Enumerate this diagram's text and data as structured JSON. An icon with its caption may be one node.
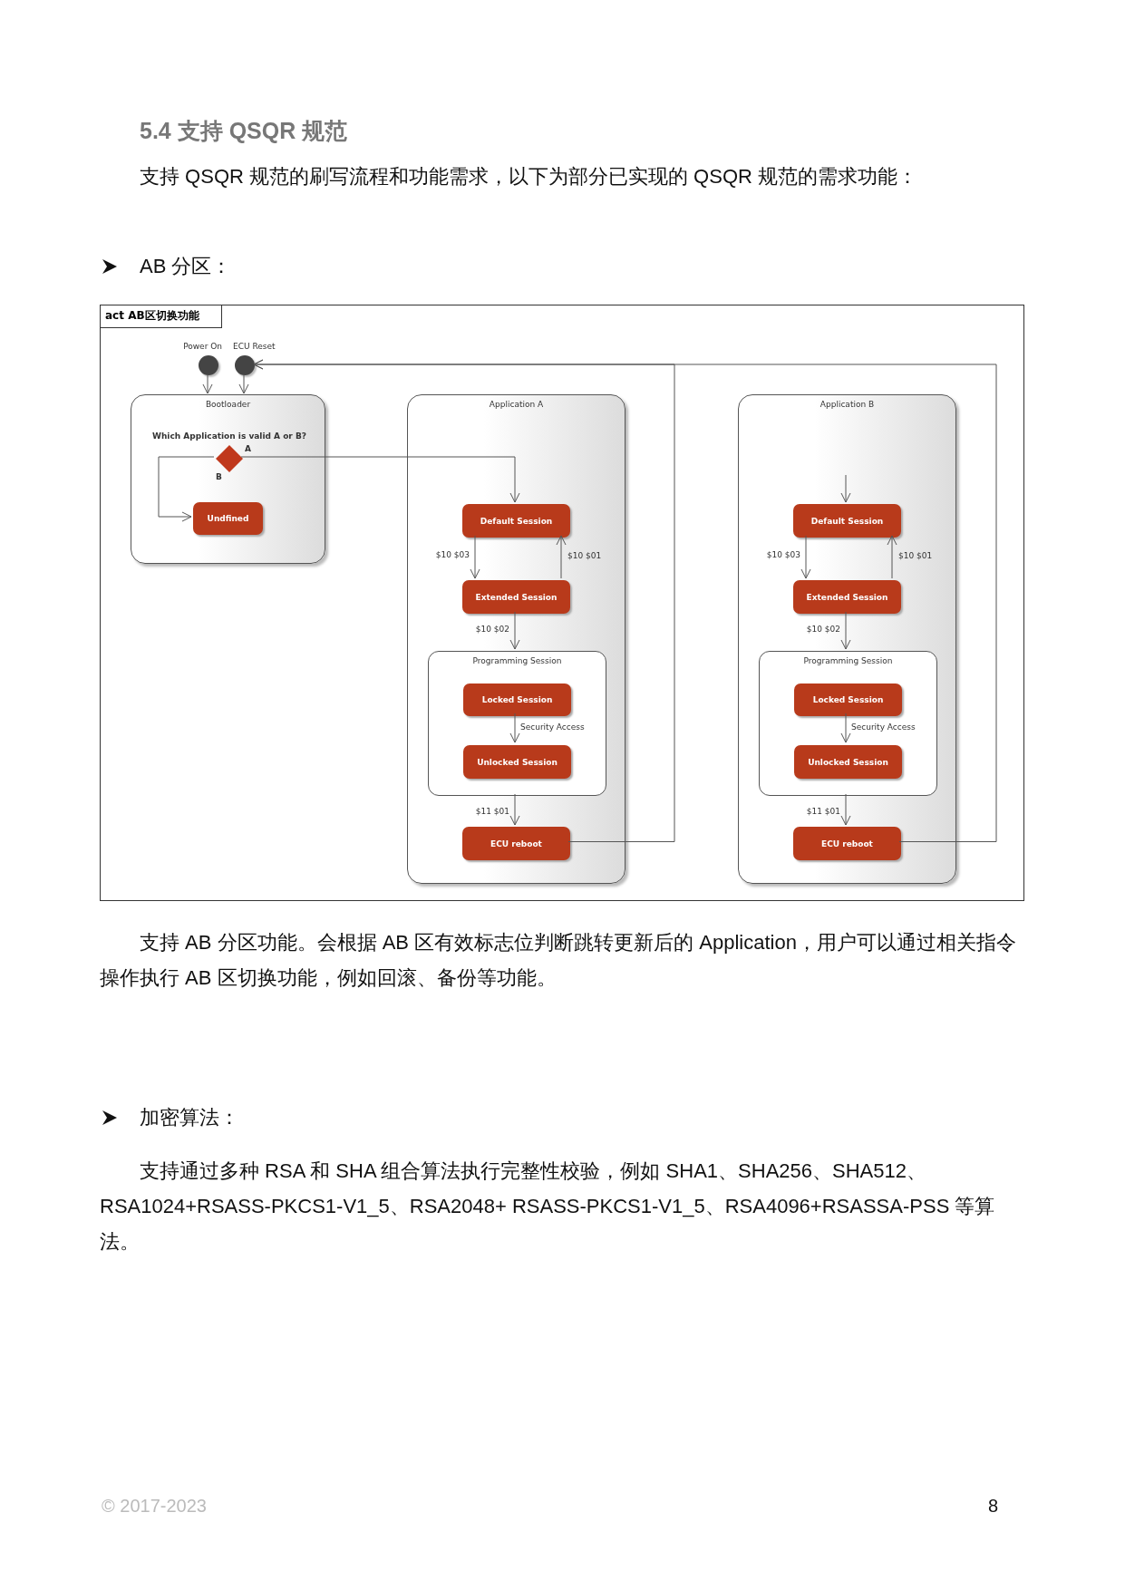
{
  "diagram": {
    "title": "5.4 支持 QSQR 规范",
    "nodes": [
      {
        "text": [
          "act AB区切换功能"
        ]
      },
      {
        "text": [],
        "shape": "circle",
        "beside": [
          "Power On"
        ],
        "in": 0
      },
      {
        "text": [],
        "shape": "circle",
        "beside": [
          "ECU Reset"
        ],
        "in": 0
      },
      {
        "text": [
          "Bootloader"
        ],
        "in": 0
      },
      {
        "text": [],
        "shape": "diamond",
        "beside": [
          "Which Application is valid A or B?"
        ],
        "in": 3
      },
      {
        "text": [
          "Undfined"
        ],
        "in": 3
      },
      {
        "text": [
          "Application A"
        ],
        "in": 0
      },
      {
        "text": [
          "Default Session"
        ],
        "in": 6
      },
      {
        "text": [
          "Extended Session"
        ],
        "in": 6
      },
      {
        "text": [
          "Programming Session"
        ],
        "in": 6
      },
      {
        "text": [
          "Locked Session"
        ],
        "in": 9
      },
      {
        "text": [
          "Unlocked Session"
        ],
        "in": 9
      },
      {
        "text": [
          "ECU reboot"
        ],
        "in": 6
      },
      {
        "text": [
          "Application B"
        ],
        "in": 0
      },
      {
        "text": [
          "Default Session"
        ],
        "in": 13
      },
      {
        "text": [
          "Extended Session"
        ],
        "in": 13
      },
      {
        "text": [
          "Programming Session"
        ],
        "in": 13
      },
      {
        "text": [
          "Locked Session"
        ],
        "in": 16
      },
      {
        "text": [
          "Unlocked Session"
        ],
        "in": 16
      },
      {
        "text": [
          "ECU reboot"
        ],
        "in": 13
      }
    ],
    "edges": [
      {
        "from": 1,
        "to": 3,
        "arrow": "to"
      },
      {
        "from": 2,
        "to": 3,
        "arrow": "to"
      },
      {
        "from": 4,
        "to": 5,
        "arrow": "to",
        "label": "B"
      },
      {
        "from": 4,
        "to": 7,
        "arrow": "to",
        "label": "A"
      },
      {
        "from": 7,
        "to": 8,
        "arrow": "to",
        "label": "$10 $03"
      },
      {
        "from": 8,
        "to": 7,
        "arrow": "to",
        "label": "$10 $01"
      },
      {
        "from": 8,
        "to": 9,
        "arrow": "to",
        "label": "$10 $02"
      },
      {
        "from": 10,
        "to": 11,
        "arrow": "to",
        "label": "Security Access"
      },
      {
        "from": 9,
        "to": 12,
        "arrow": "to",
        "label": "$11 $01"
      },
      {
        "from": 12,
        "to": 2,
        "arrow": "to"
      },
      {
        "from": null,
        "to": 14,
        "arrow": "to"
      },
      {
        "from": 14,
        "to": 15,
        "arrow": "to",
        "label": "$10 $03"
      },
      {
        "from": 15,
        "to": 14,
        "arrow": "to",
        "label": "$10 $01"
      },
      {
        "from": 15,
        "to": 16,
        "arrow": "to",
        "label": "$10 $02"
      },
      {
        "from": 17,
        "to": 18,
        "arrow": "to",
        "label": "Security Access"
      },
      {
        "from": 16,
        "to": 19,
        "arrow": "to",
        "label": "$11 $01"
      },
      {
        "from": 19,
        "to": 2,
        "arrow": "to"
      }
    ],
    "labels": [
      "支持 QSQR 规范的刷写流程和功能需求，以下为部分已实现的 QSQR 规范的需求功能：",
      "AB 分区：",
      "支持 AB 分区功能。会根据 AB 区有效标志位判断跳转更新后的 Application，用户可以通过相关指令操作执行 AB 区切换功能，例如回滚、备份等功能。",
      "加密算法：",
      "支持通过多种 RSA 和 SHA 组合算法执行完整性校验，例如 SHA1、SHA256、SHA512、RSA1024+RSASS-PKCS1-V1_5、RSA2048+ RSASS-PKCS1-V1_5、RSA4096+RSASSA-PSS 等算法。",
      "© 2017-2023",
      "8"
    ]
  }
}
